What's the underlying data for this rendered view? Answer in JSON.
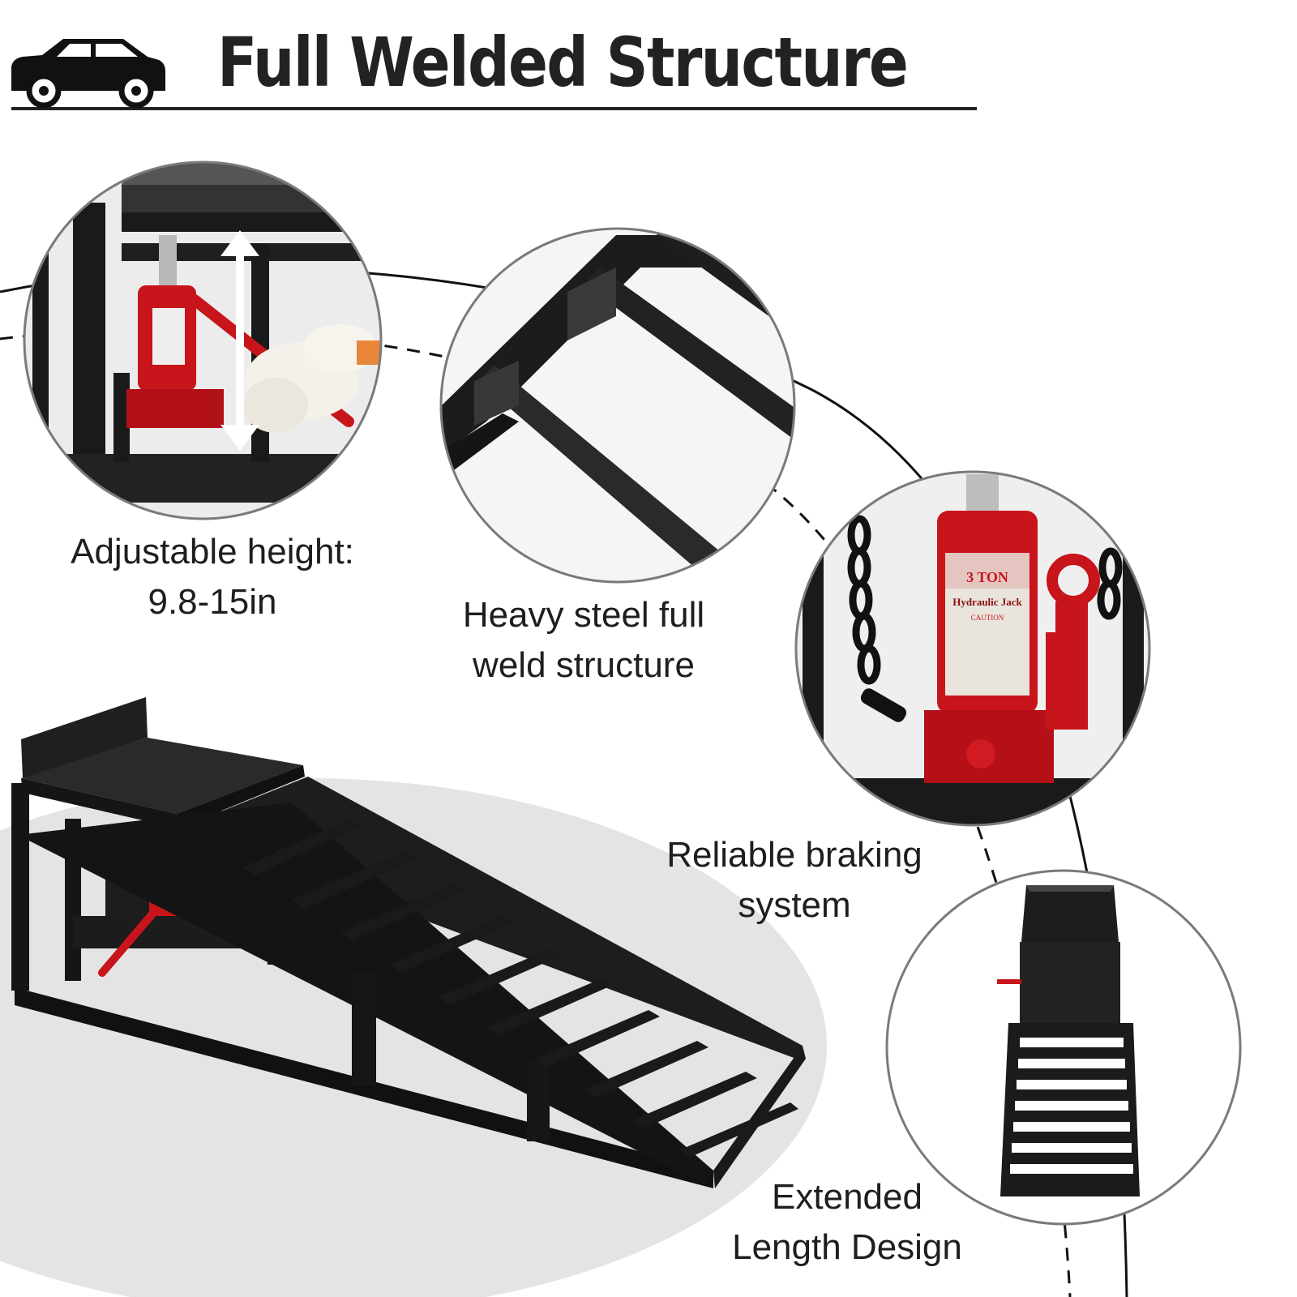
{
  "header": {
    "title": "Full Welded Structure",
    "icon": "car-icon"
  },
  "callouts": [
    {
      "id": "height",
      "line1": "Adjustable height:",
      "line2": "9.8-15in"
    },
    {
      "id": "weld",
      "line1": "Heavy steel full",
      "line2": "weld structure"
    },
    {
      "id": "brake",
      "line1": "Reliable braking",
      "line2": "system"
    },
    {
      "id": "length",
      "line1": "Extended",
      "line2": "Length Design"
    }
  ],
  "jack_label": {
    "capacity": "3 TON",
    "name": "Hydraulic Jack",
    "caution": "CAUTION"
  },
  "colors": {
    "text": "#222222",
    "steel": "#1c1c1c",
    "jack_red": "#c8141b",
    "circle_border": "#7a7a7a",
    "floor_shadow": "#e3e3e3"
  }
}
